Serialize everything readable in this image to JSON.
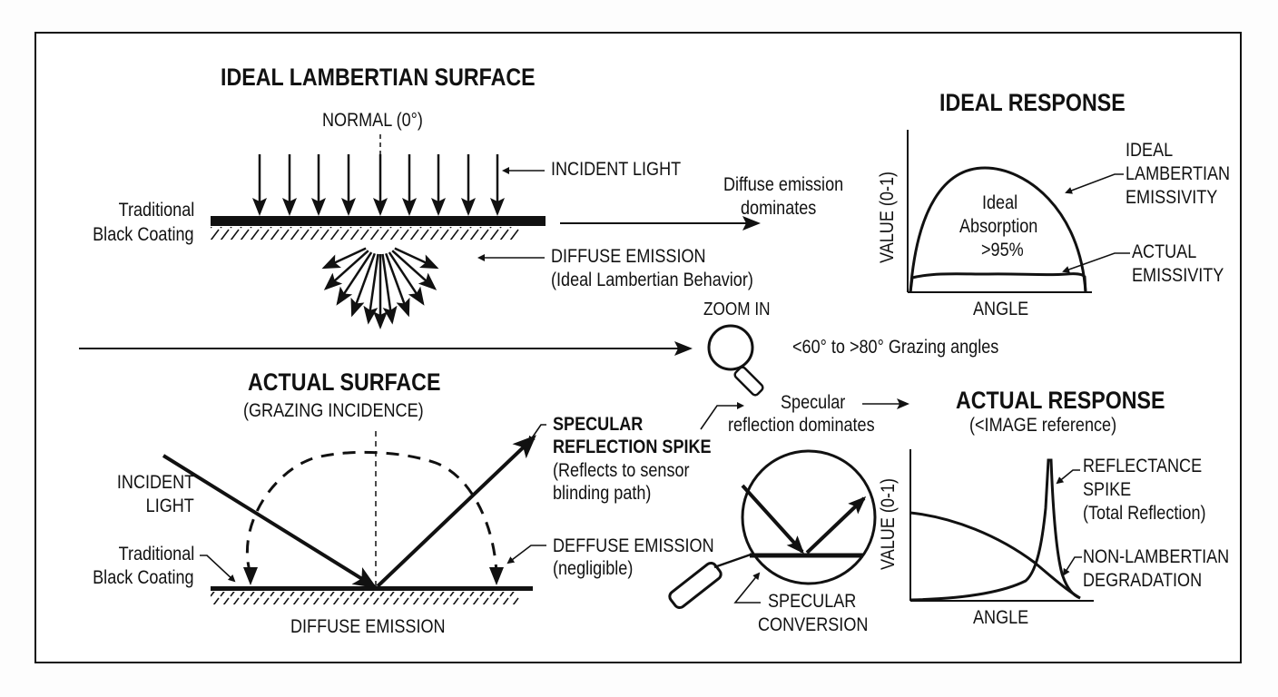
{
  "top": {
    "title": "IDEAL LAMBERTIAN SURFACE",
    "normal_label": "NORMAL (0°)",
    "incident_light": "INCIDENT LIGHT",
    "coating_line1": "Traditional",
    "coating_line2": "Black Coating",
    "diffuse_line1": "DIFFUSE EMISSION",
    "diffuse_line2": "(Ideal Lambertian Behavior)",
    "transition_line1": "Diffuse emission",
    "transition_line2": "dominates"
  },
  "ideal_response": {
    "title": "IDEAL RESPONSE",
    "ylabel": "VALUE (0-1)",
    "xlabel": "ANGLE",
    "inner_line1": "Ideal",
    "inner_line2": "Absorption",
    "inner_line3": ">95%",
    "curve1_line1": "IDEAL",
    "curve1_line2": "LAMBERTIAN",
    "curve1_line3": "EMISSIVITY",
    "curve2_line1": "ACTUAL",
    "curve2_line2": "EMISSIVITY"
  },
  "zoom": {
    "label": "ZOOM IN",
    "grazing": "<60° to >80° Grazing angles"
  },
  "bottom": {
    "title": "ACTUAL SURFACE",
    "subtitle": "(GRAZING INCIDENCE)",
    "incident_line1": "INCIDENT",
    "incident_line2": "LIGHT",
    "coating_line1": "Traditional",
    "coating_line2": "Black Coating",
    "diffuse_bottom": "DIFFUSE EMISSION",
    "spike_line1": "SPECULAR",
    "spike_line2": "REFLECTION SPIKE",
    "spike_line3": "(Reflects to sensor",
    "spike_line4": "blinding path)",
    "deffuse_line1": "DEFFUSE EMISSION",
    "deffuse_line2": "(negligible)",
    "transition_line1": "Specular",
    "transition_line2": "reflection dominates",
    "conversion_line1": "SPECULAR",
    "conversion_line2": "CONVERSION"
  },
  "actual_response": {
    "title": "ACTUAL RESPONSE",
    "subtitle": "(<IMAGE reference)",
    "ylabel": "VALUE (0-1)",
    "xlabel": "ANGLE",
    "spike_line1": "REFLECTANCE",
    "spike_line2": "SPIKE",
    "spike_line3": "(Total Reflection)",
    "degr_line1": "NON-LAMBERTIAN",
    "degr_line2": "DEGRADATION"
  },
  "colors": {
    "ink": "#111111",
    "background": "#ffffff"
  }
}
